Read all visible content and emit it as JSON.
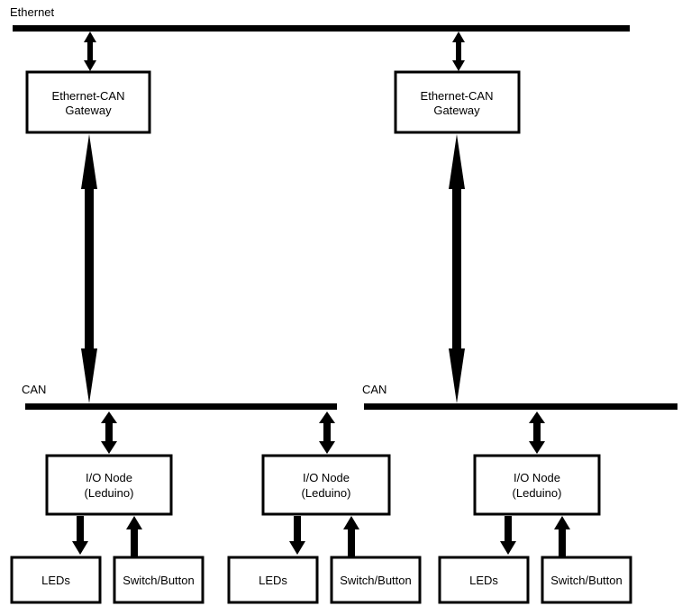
{
  "buses": {
    "ethernet": {
      "label": "Ethernet"
    },
    "can_left": {
      "label": "CAN"
    },
    "can_right": {
      "label": "CAN"
    }
  },
  "gateways": [
    {
      "line1": "Ethernet-CAN",
      "line2": "Gateway"
    },
    {
      "line1": "Ethernet-CAN",
      "line2": "Gateway"
    }
  ],
  "io_nodes": [
    {
      "line1": "I/O Node",
      "line2": "(Leduino)"
    },
    {
      "line1": "I/O Node",
      "line2": "(Leduino)"
    },
    {
      "line1": "I/O Node",
      "line2": "(Leduino)"
    }
  ],
  "peripherals": [
    {
      "leds": "LEDs",
      "switch": "Switch/Button"
    },
    {
      "leds": "LEDs",
      "switch": "Switch/Button"
    },
    {
      "leds": "LEDs",
      "switch": "Switch/Button"
    }
  ]
}
